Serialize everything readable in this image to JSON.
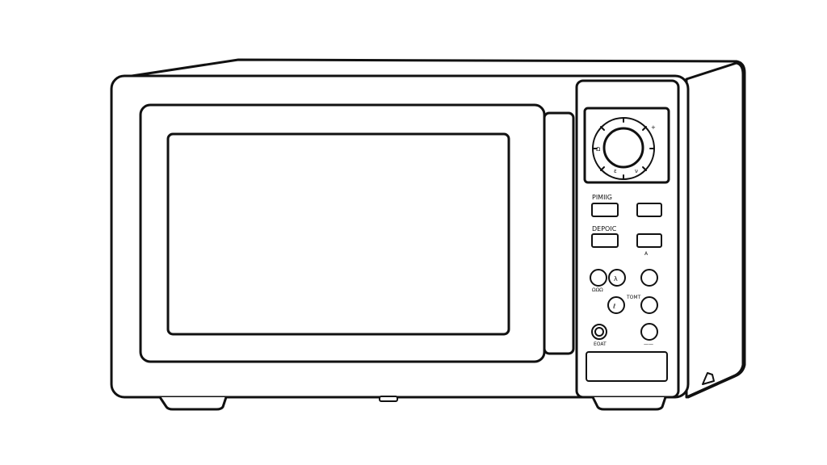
{
  "appliance": {
    "name_icon": "microwave-icon",
    "line_color": "#111111",
    "background": "#ffffff"
  },
  "control_panel": {
    "dial": {
      "plus_mark": "+",
      "marks": [
        "Ω",
        "ε",
        "ν"
      ]
    },
    "labels": {
      "row1": "PIMIIG",
      "row2": "DEPOIC",
      "row2_right": "A",
      "buttons_left": "ΩΩΩ",
      "buttons_mid": "TOMT",
      "start": "EOAT",
      "start_right": "——"
    },
    "button_glyphs": {
      "b2": "λ",
      "b4": "ℓ"
    }
  }
}
